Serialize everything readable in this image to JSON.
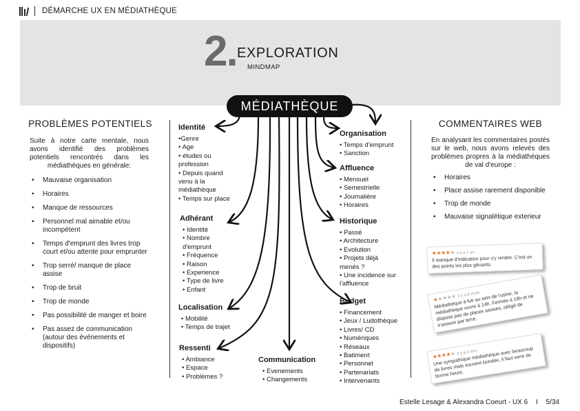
{
  "header": {
    "title": "DÉMARCHE UX EN MÉDIATHÈQUE",
    "logo_icon": "books-icon"
  },
  "banner": {
    "number": "2.",
    "title": "EXPLORATION",
    "subtitle": "MINDMAP"
  },
  "mindmap": {
    "center": "MÉDIATHÈQUE",
    "groups": [
      {
        "title": "Identité",
        "items": [
          "•Genre",
          "• Age",
          "• études ou profession",
          "• Depuis quand venu à la médiathèque",
          "• Temps sur place"
        ]
      },
      {
        "title": "Adhérant",
        "items": [
          "• Identité",
          "• Nombre d'emprunt",
          "• Fréquence",
          "• Raison",
          "• Experience",
          "• Type de livre",
          "• Enfant"
        ]
      },
      {
        "title": "Localisation",
        "items": [
          "• Mobilité",
          "• Temps de trajet"
        ]
      },
      {
        "title": "Ressenti",
        "items": [
          "• Ambiance",
          "• Espace",
          "• Problèmes ?"
        ]
      },
      {
        "title": "Communication",
        "items": [
          "• Evenements",
          "• Changements"
        ]
      },
      {
        "title": "Organisation",
        "items": [
          "• Temps d'emprunt",
          "• Sanction"
        ]
      },
      {
        "title": "Affluence",
        "items": [
          "• Mensuel",
          "• Semestrielle",
          "• Journalière",
          "• Horaires"
        ]
      },
      {
        "title": "Historique",
        "items": [
          "• Passé",
          "• Architecture",
          "• Evolution",
          "• Projets déjà menés ?",
          "• Une incidence sur l'affluence"
        ]
      },
      {
        "title": "Budget",
        "items": [
          "• Financement",
          "• Jeux / Ludothèque",
          "• Livres/ CD",
          "• Numériques",
          "• Réseaux",
          "• Batiment",
          "• Personnel",
          "• Partenariats",
          "• Intervenants"
        ]
      }
    ]
  },
  "problems": {
    "title": "PROBLÈMES POTENTIELS",
    "intro": "Suite à notre carte mentale, nous avons identifié des problèmes potentiels rencontrés dans les médiathèques en générale:",
    "items": [
      "Mauvaise organisation",
      "Horaires",
      "Manque de ressources",
      "Personnel mal aimable et/ou incompétent",
      "Temps d'emprunt des livres trop court et/ou attente pour emprunter",
      "Trop serré/ manque de place assise",
      "Trop de bruit",
      "Trop de monde",
      "Pas possibilité de manger et boire",
      "Pas assez de communication (autour des événements et dispositifs)"
    ]
  },
  "comments": {
    "title": "COMMENTAIRES WEB",
    "intro": "En analysant les commentaires postés sur le web, nous avons relevés des problèmes propres à la médiathèques de val d'europe :",
    "items": [
      "Horaires",
      "Place assise rarement disponible",
      "Trop de monde",
      "Mauvaise signalétique exterieur"
    ],
    "reviews": [
      {
        "rating": 4,
        "text": "Il manque d'indication pour s'y rendre. C'est un des points les plus gênants."
      },
      {
        "rating": 1,
        "text": "Médiathèque à fuir au sein de l'usine, la médiathèque ouvre à 14h. Fermée à 18h et ne dispose pas de places assises, obligé de s'asseoir par terre."
      },
      {
        "rating": 4,
        "text": "Une sympathique médiathèque avec beaucoup de livres mais souvent bondée, il faut venir de bonne heure."
      }
    ]
  },
  "footer": {
    "credits": "Estelle Lesage & Alexandra Coeurt - UX 6",
    "page": "5/34"
  }
}
